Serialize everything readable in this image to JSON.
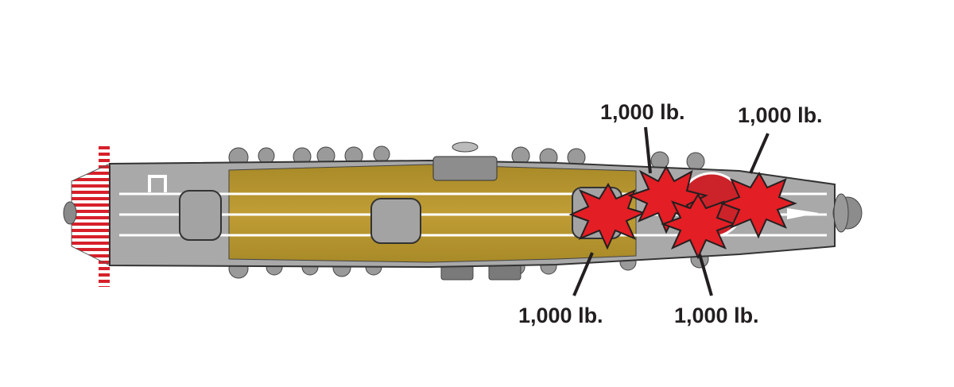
{
  "diagram": {
    "subject": "Aircraft carrier flight deck, top view",
    "colors": {
      "background": "#ffffff",
      "hull_gray": "#a7a7a7",
      "deck_wood": "#b8962e",
      "stern_stripe_red": "#d7202a",
      "hit_red": "#e31e24",
      "rising_sun_red": "#cc2229",
      "label_text": "#231f20"
    },
    "hits": [
      {
        "label": "1,000 lb.",
        "position": "aft-elevator",
        "label_side": "below"
      },
      {
        "label": "1,000 lb.",
        "position": "forward-of-island",
        "label_side": "above"
      },
      {
        "label": "1,000 lb.",
        "position": "forward-elevator",
        "label_side": "below"
      },
      {
        "label": "1,000 lb.",
        "position": "bow-deck",
        "label_side": "above"
      }
    ]
  }
}
